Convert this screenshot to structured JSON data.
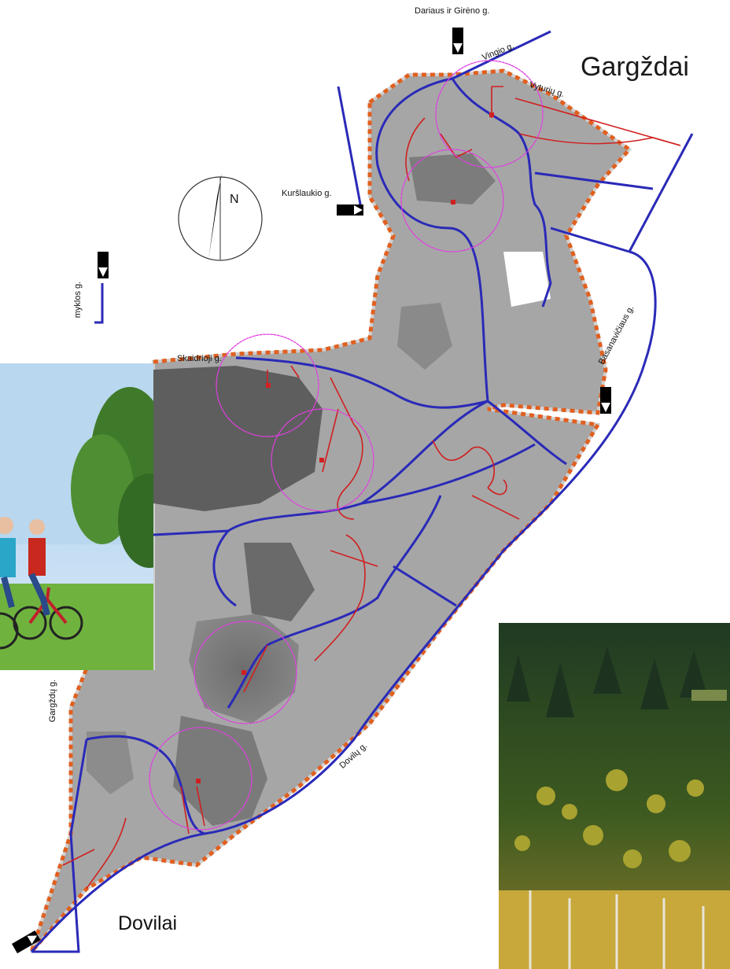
{
  "map": {
    "town_north": "Gargždai",
    "town_south": "Dovilai",
    "compass_label": "N",
    "streets": {
      "dariaus": "Dariaus ir Girėno g.",
      "vingio": "Vingio g.",
      "vyturiu": "Vyturių g.",
      "kurslaukio": "Kuršlaukio g.",
      "mokyklos": "myklos g.",
      "skaidrioji": "Skaidrioji g.",
      "basanaviciaus": "Basanavičiaus g.",
      "gargzdu": "Gargždų g.",
      "doviliu": "Dovilų g."
    },
    "colors": {
      "main_path": "#2a2ab8",
      "secondary_path": "#d02020",
      "boundary_dash": "#e06020",
      "view_circle": "#e040e0",
      "terrain": "#9a9a9a"
    }
  },
  "photos": {
    "cyclists": "cyclists-photo",
    "forest": "forest-photo"
  }
}
